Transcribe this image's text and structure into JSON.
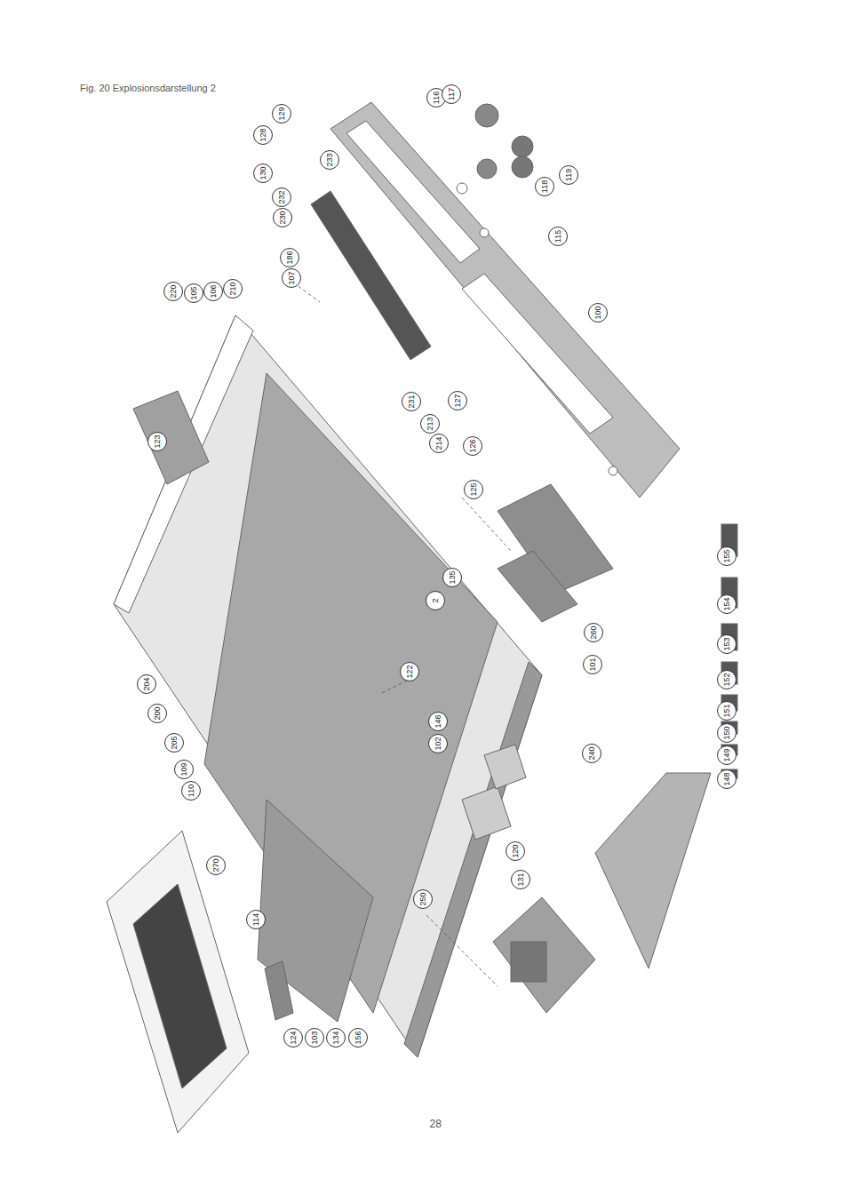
{
  "diagram": {
    "title": "Fig. 20 Explosionsdarstellung 2",
    "labels": [
      "116",
      "117",
      "129",
      "128",
      "233",
      "130",
      "232",
      "230",
      "118",
      "119",
      "115",
      "220",
      "105",
      "106",
      "210",
      "107",
      "186",
      "100",
      "231",
      "127",
      "213",
      "214",
      "123",
      "126",
      "125",
      "135",
      "2",
      "260",
      "101",
      "155",
      "154",
      "153",
      "152",
      "151",
      "150",
      "149",
      "148",
      "240",
      "204",
      "200",
      "205",
      "109",
      "110",
      "122",
      "146",
      "102",
      "120",
      "131",
      "270",
      "250",
      "114",
      "124",
      "103",
      "134",
      "156",
      "28"
    ]
  }
}
